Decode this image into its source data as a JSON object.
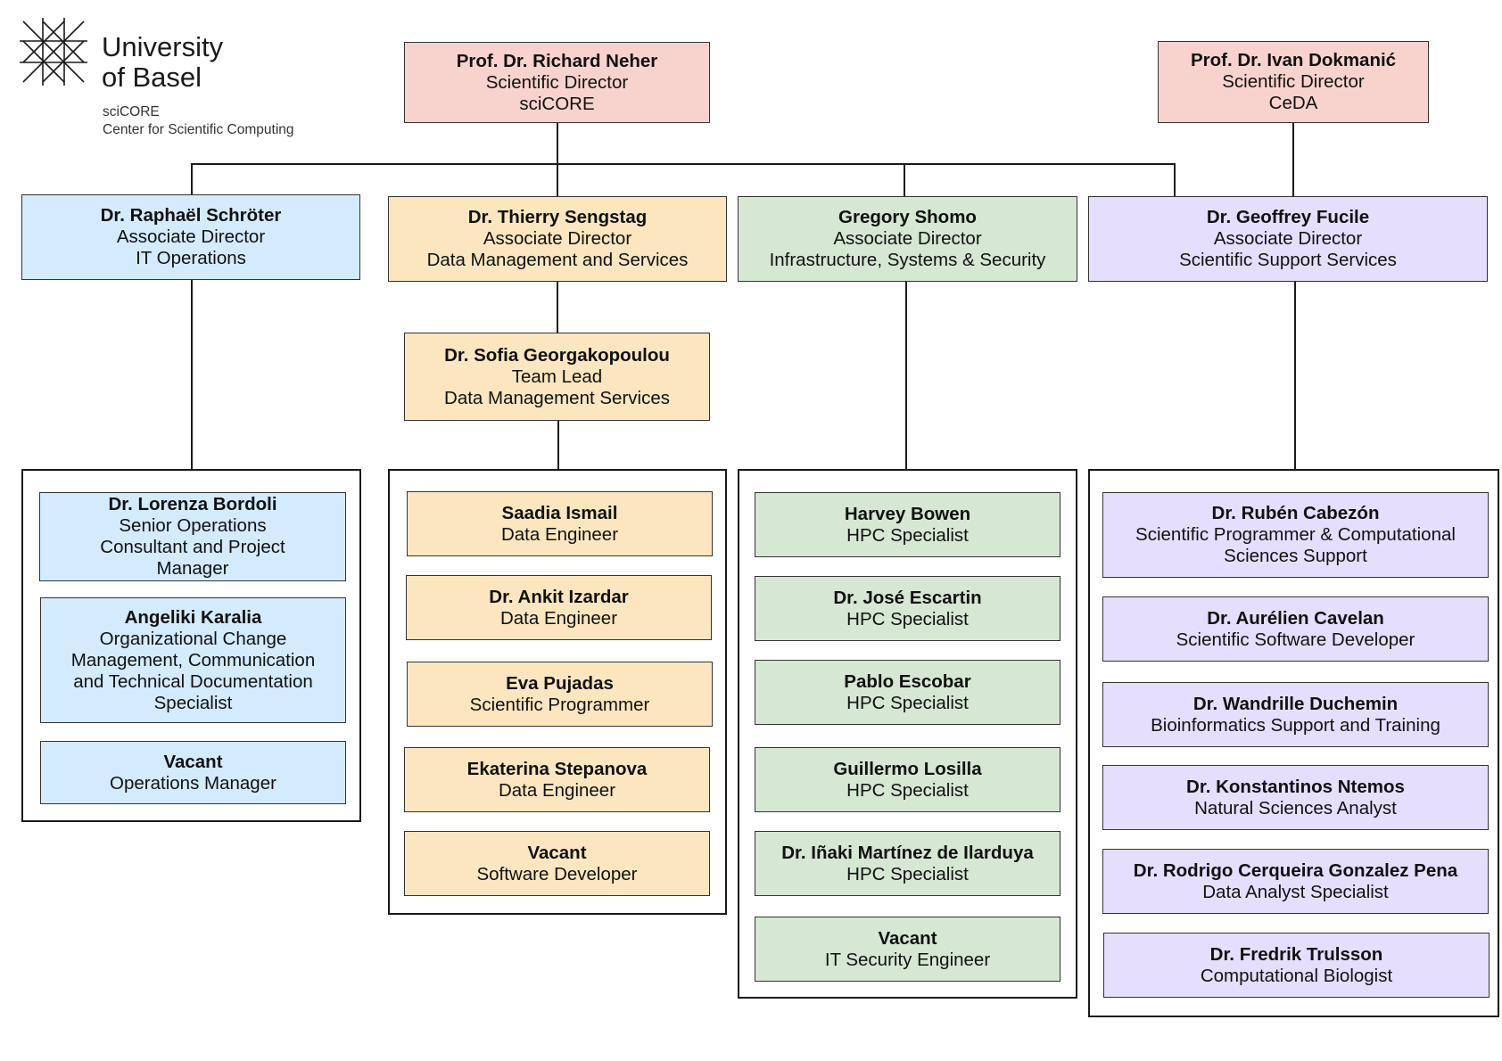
{
  "logo": {
    "icon": "university-of-basel-star-grid-icon",
    "line1": "University",
    "line2": "of Basel",
    "sub1": "sciCORE",
    "sub2": "Center for Scientific Computing"
  },
  "colors": {
    "directors": "#f8d3cd",
    "it_operations": "#d3ebfd",
    "data_management": "#fbe6bf",
    "infrastructure": "#d6e7d4",
    "scientific_support": "#e6defd"
  },
  "directors": [
    {
      "name": "Prof. Dr. Richard Neher",
      "role": "Scientific Director",
      "unit": "sciCORE"
    },
    {
      "name": "Prof. Dr. Ivan Dokmanić",
      "role": "Scientific Director",
      "unit": "CeDA"
    }
  ],
  "associates": [
    {
      "name": "Dr. Raphaël Schröter",
      "role": "Associate Director",
      "unit": "IT Operations"
    },
    {
      "name": "Dr. Thierry Sengstag",
      "role": "Associate Director",
      "unit": "Data Management and Services"
    },
    {
      "name": "Gregory Shomo",
      "role": "Associate Director",
      "unit": "Infrastructure, Systems & Security"
    },
    {
      "name": "Dr. Geoffrey Fucile",
      "role": "Associate Director",
      "unit": "Scientific Support Services"
    }
  ],
  "team_lead": {
    "name": "Dr. Sofia Georgakopoulou",
    "role": "Team Lead",
    "unit": "Data Management Services"
  },
  "teams": {
    "it_operations": [
      {
        "name": "Dr. Lorenza Bordoli",
        "role": "Senior Operations Consultant and Project Manager"
      },
      {
        "name": "Angeliki Karalia",
        "role": "Organizational Change Management, Communication and Technical Documentation Specialist"
      },
      {
        "name": "Vacant",
        "role": "Operations Manager"
      }
    ],
    "data_management": [
      {
        "name": "Saadia Ismail",
        "role": "Data Engineer"
      },
      {
        "name": "Dr. Ankit Izardar",
        "role": "Data Engineer"
      },
      {
        "name": "Eva Pujadas",
        "role": "Scientific Programmer"
      },
      {
        "name": "Ekaterina Stepanova",
        "role": "Data Engineer"
      },
      {
        "name": "Vacant",
        "role": "Software Developer"
      }
    ],
    "infrastructure": [
      {
        "name": "Harvey Bowen",
        "role": "HPC Specialist"
      },
      {
        "name": "Dr. José Escartin",
        "role": "HPC Specialist"
      },
      {
        "name": "Pablo Escobar",
        "role": "HPC Specialist"
      },
      {
        "name": "Guillermo Losilla",
        "role": "HPC Specialist"
      },
      {
        "name": "Dr. Iñaki Martínez de Ilarduya",
        "role": "HPC Specialist"
      },
      {
        "name": "Vacant",
        "role": "IT Security Engineer"
      }
    ],
    "scientific_support": [
      {
        "name": "Dr. Rubén Cabezón",
        "role": "Scientific Programmer & Computational Sciences Support"
      },
      {
        "name": "Dr. Aurélien Cavelan",
        "role": "Scientific Software Developer"
      },
      {
        "name": "Dr. Wandrille Duchemin",
        "role": "Bioinformatics Support and Training"
      },
      {
        "name": "Dr. Konstantinos Ntemos",
        "role": "Natural Sciences Analyst"
      },
      {
        "name": "Dr. Rodrigo Cerqueira Gonzalez Pena",
        "role": "Data Analyst Specialist"
      },
      {
        "name": "Dr. Fredrik Trulsson",
        "role": "Computational Biologist"
      }
    ]
  }
}
